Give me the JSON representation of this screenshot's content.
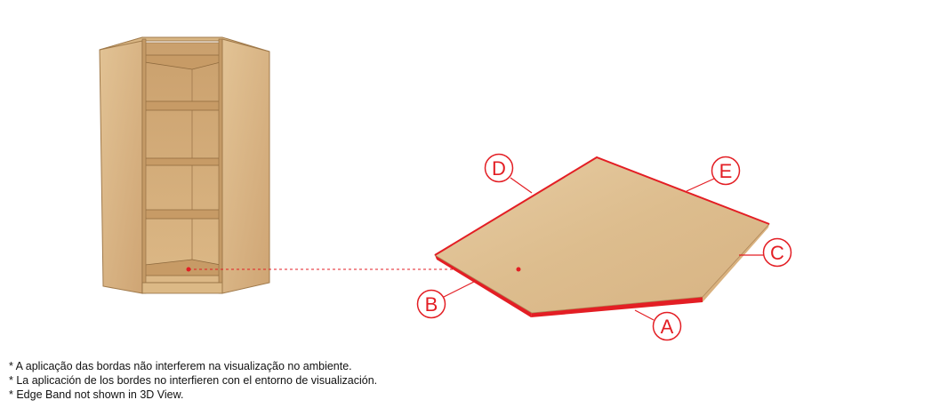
{
  "colors": {
    "accent_red": "#e31e24",
    "wood_light": "#e4c69b",
    "wood_mid": "#d6b07e",
    "wood_dark": "#b98f5c"
  },
  "labels": {
    "a": "A",
    "b": "B",
    "c": "C",
    "d": "D",
    "e": "E"
  },
  "notes": {
    "pt": "* A aplicação das bordas não interferem na visualização no ambiente.",
    "es": "* La aplicación de los bordes no interfieren con el entorno de visualización.",
    "en": "* Edge Band not shown in 3D View."
  }
}
